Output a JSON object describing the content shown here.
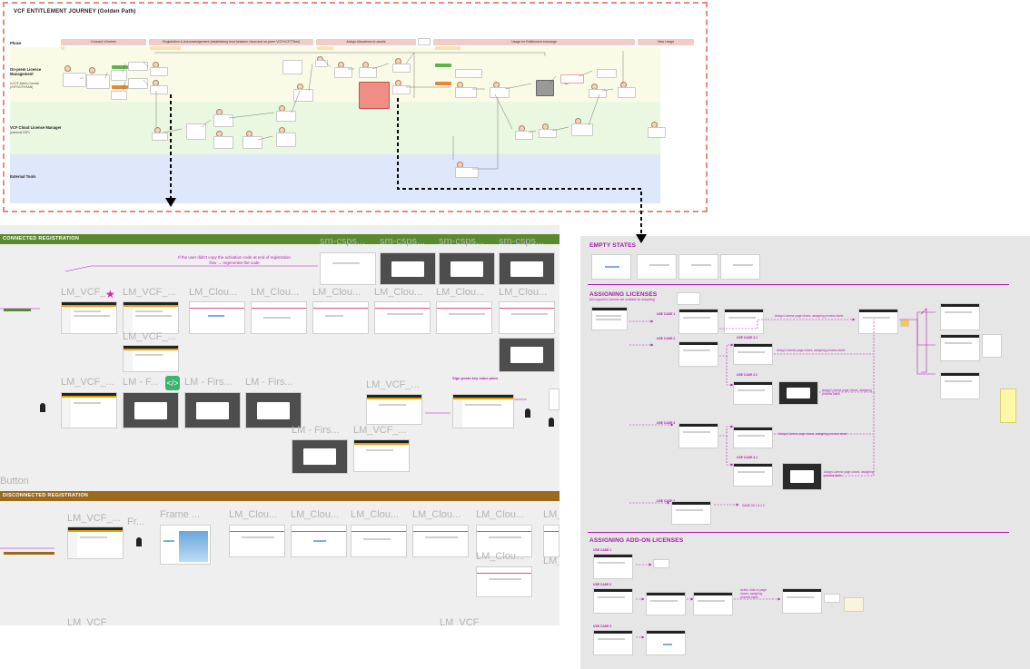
{
  "journey": {
    "title": "VCF ENTITLEMENT JOURNEY (Golden Path)",
    "phase_label": "Phase",
    "phases": [
      "Connect vCenters",
      "Registration & Acknowledgement (establishing trust between cloud and on-prem VCF/VCF/TTest)",
      "Assign Allocations to assets",
      "Usage for Entitlement exchange",
      "View Usage"
    ],
    "lanes": [
      {
        "title": "On-prem Licence Management",
        "sub": "in VCF Admin Console (VVF/VCF/VSAN)"
      },
      {
        "title": "VCF Cloud License Manager",
        "sub": "(previous CSP)"
      },
      {
        "title": "External Tools",
        "sub": ""
      }
    ]
  },
  "left_canvas": {
    "connected_band": "CONNECTED REGISTRATION",
    "disconnected_band": "DISCONNECTED REGISTRATION",
    "button_label": "Button",
    "frame_labels": [
      "sm-csps...",
      "sm-csps...",
      "sm-csps...",
      "sm-csps...",
      "LM_VCF_...",
      "LM_VCF_...",
      "LM_Clou...",
      "LM_Clou...",
      "LM_Clou...",
      "LM_Clou...",
      "LM_Clou...",
      "LM_Clou...",
      "LM_VCF_...",
      "LM - F...",
      "LM - Firs...",
      "LM - Firs...",
      "LM_VCF_...",
      "LM - Firs...",
      "LM_VCF_...",
      "LM_VCF_...",
      "Fr...",
      "Frame ...",
      "LM_Clou...",
      "LM_Clou...",
      "LM_Clou...",
      "LM_Clou...",
      "LM_Clou...",
      "LM_Clou...",
      "LM_VCF_",
      "LM_VCF_"
    ],
    "annotation_regen": "If the user didn't copy the activation code at end of registration flow → regenerate the code",
    "annotation_signposts": "Sign posts key value pairs"
  },
  "right_canvas": {
    "empty_states": "EMPTY STATES",
    "assigning_licenses": "ASSIGNING LICENSES",
    "assigning_licenses_sub": "(All supported, licenses are available for assigning)",
    "assigning_addons": "ASSIGNING ADD-ON LICENSES",
    "use_cases": [
      "USE CASE 1",
      "USE CASE 2",
      "USE CASE 2.1",
      "USE CASE 2.2",
      "USE CASE 3",
      "USE CASE 3.1",
      "USE CASE 4",
      "USE CASE 1",
      "USE CASE 2",
      "USE CASE 3"
    ],
    "flow_notes": [
      "Assign License page closes, assigning process starts",
      "Assign License page closes, assigning process starts",
      "Assign License page closes, assigning process starts",
      "Assign License page closes, assigning process starts",
      "Assign License page closes, assigning process starts",
      "SAME AS 1.6.2.2",
      "Action: Add-on page closes, assigning process starts"
    ]
  },
  "colors": {
    "connected": "#5a8a2d",
    "disconnected": "#9a6a1e",
    "accent": "#b319b3",
    "phase": "#f4cbc7",
    "frame_border": "#e98b78"
  }
}
